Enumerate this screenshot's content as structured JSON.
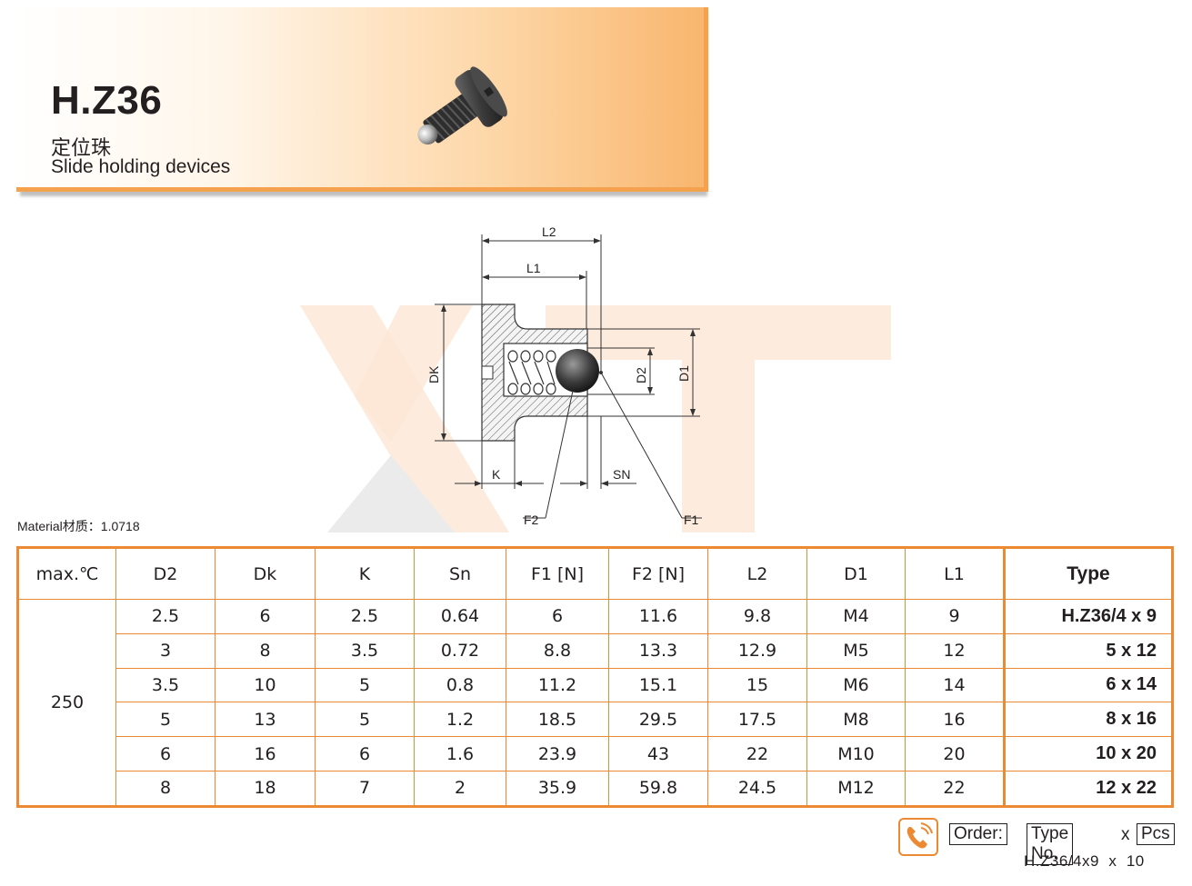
{
  "header": {
    "title": "H.Z36",
    "subtitle_cn": "定位珠",
    "subtitle_en": "Slide holding devices"
  },
  "drawing": {
    "labels": {
      "l2": "L2",
      "l1": "L1",
      "dk": "DK",
      "d2": "D2",
      "d1": "D1",
      "k": "K",
      "sn": "SN",
      "f2": "F2",
      "f1": "F1"
    }
  },
  "material": "Material材质：1.0718",
  "table": {
    "headers": [
      "max.℃",
      "D2",
      "Dk",
      "K",
      "Sn",
      "F1 [N]",
      "F2 [N]",
      "L2",
      "D1",
      "L1",
      "Type"
    ],
    "max_temp": "250",
    "rows": [
      [
        "2.5",
        "6",
        "2.5",
        "0.64",
        "6",
        "11.6",
        "9.8",
        "M4",
        "9",
        "H.Z36/4 x 9"
      ],
      [
        "3",
        "8",
        "3.5",
        "0.72",
        "8.8",
        "13.3",
        "12.9",
        "M5",
        "12",
        "5 x 12"
      ],
      [
        "3.5",
        "10",
        "5",
        "0.8",
        "11.2",
        "15.1",
        "15",
        "M6",
        "14",
        "6 x 14"
      ],
      [
        "5",
        "13",
        "5",
        "1.2",
        "18.5",
        "29.5",
        "17.5",
        "M8",
        "16",
        "8 x 16"
      ],
      [
        "6",
        "16",
        "6",
        "1.6",
        "23.9",
        "43",
        "22",
        "M10",
        "20",
        "10 x 20"
      ],
      [
        "8",
        "18",
        "7",
        "2",
        "35.9",
        "59.8",
        "24.5",
        "M12",
        "22",
        "12 x 22"
      ]
    ]
  },
  "order": {
    "icon": "phone-icon",
    "order_label": "Order:",
    "type_label": "Type No.",
    "x": "x",
    "pcs_label": "Pcs",
    "example": "H.Z36/4x9  x  10"
  },
  "colors": {
    "accent": "#ec8a34",
    "header_orange": "#f8b66e",
    "text": "#231f20"
  }
}
